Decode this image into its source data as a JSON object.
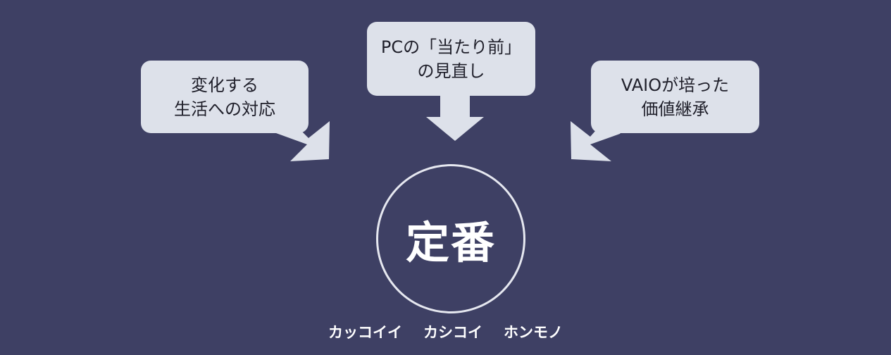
{
  "callouts": {
    "left": {
      "line1": "変化する",
      "line2": "生活への対応"
    },
    "center": {
      "line1": "PCの「当たり前」",
      "line2": "の見直し"
    },
    "right": {
      "line1": "VAIOが培った",
      "line2": "価値継承"
    }
  },
  "hub": {
    "label": "定番"
  },
  "tagline": {
    "items": [
      "カッコイイ",
      "カシコイ",
      "ホンモノ"
    ]
  },
  "colors": {
    "background": "#3e4064",
    "callout_fill": "#dde1ea",
    "hub_border": "#e6e8f0",
    "text_light": "#ffffff",
    "text_dark": "#1f1f2a"
  }
}
